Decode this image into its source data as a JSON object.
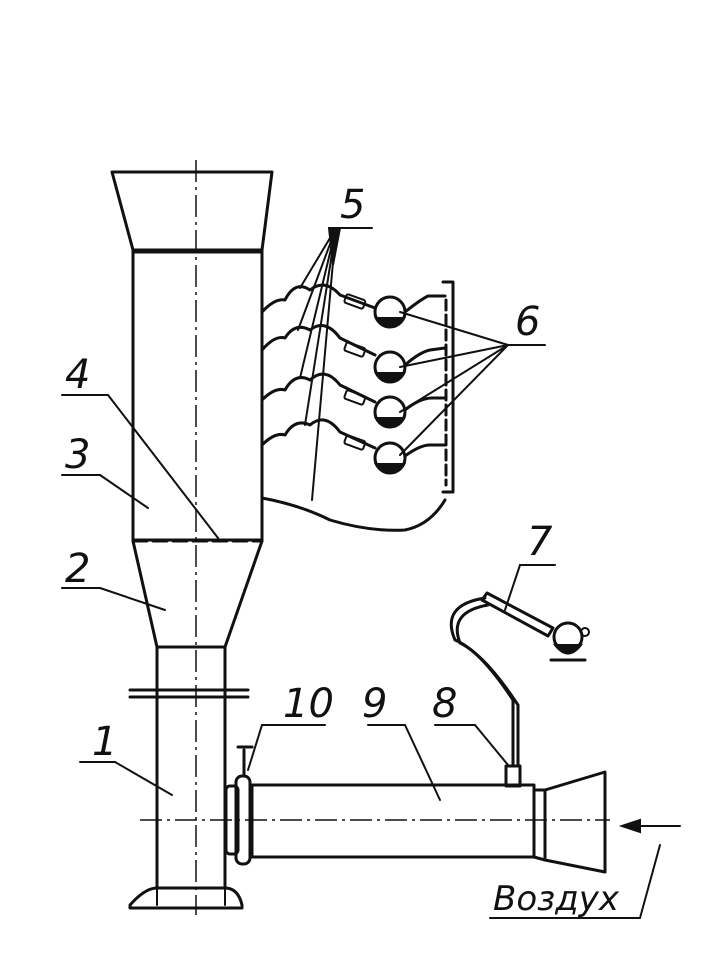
{
  "labels": {
    "l1": "1",
    "l2": "2",
    "l3": "3",
    "l4": "4",
    "l5": "5",
    "l6": "6",
    "l7": "7",
    "l8": "8",
    "l9": "9",
    "l10": "10",
    "air": "Воздух"
  }
}
